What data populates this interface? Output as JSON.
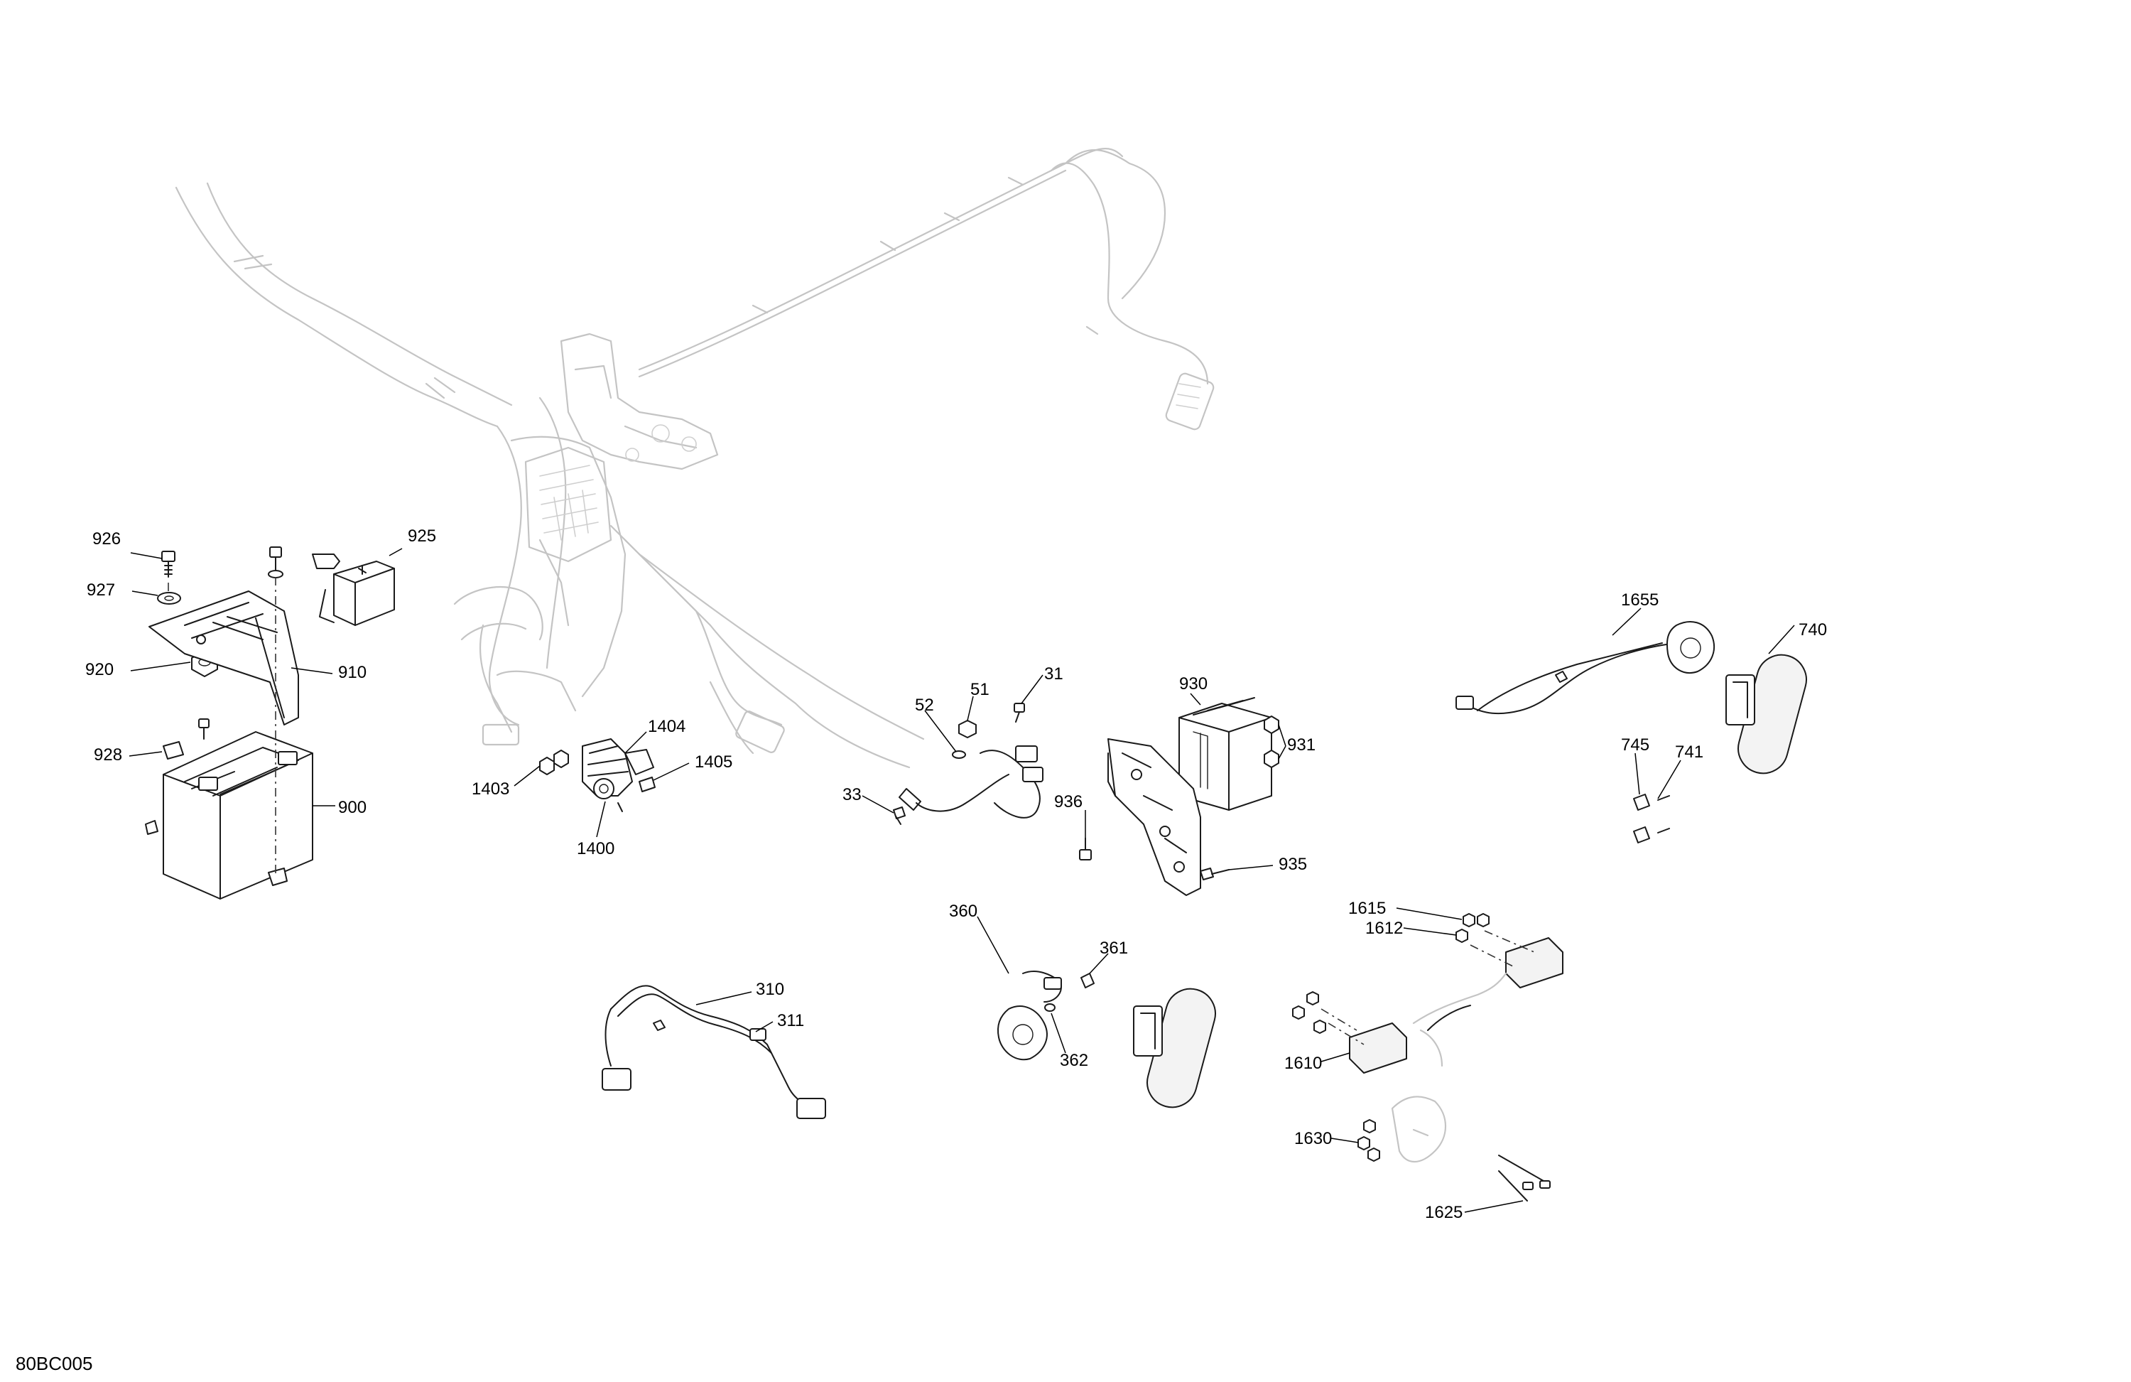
{
  "diagram": {
    "reference_code": "80BC005",
    "callouts": [
      {
        "id": "926",
        "label": "926"
      },
      {
        "id": "925",
        "label": "925"
      },
      {
        "id": "927",
        "label": "927"
      },
      {
        "id": "920",
        "label": "920"
      },
      {
        "id": "910",
        "label": "910"
      },
      {
        "id": "928",
        "label": "928"
      },
      {
        "id": "900",
        "label": "900"
      },
      {
        "id": "1404",
        "label": "1404"
      },
      {
        "id": "1405",
        "label": "1405"
      },
      {
        "id": "1403",
        "label": "1403"
      },
      {
        "id": "1400",
        "label": "1400"
      },
      {
        "id": "52",
        "label": "52"
      },
      {
        "id": "51",
        "label": "51"
      },
      {
        "id": "31",
        "label": "31"
      },
      {
        "id": "33",
        "label": "33"
      },
      {
        "id": "930",
        "label": "930"
      },
      {
        "id": "931",
        "label": "931"
      },
      {
        "id": "936",
        "label": "936"
      },
      {
        "id": "935",
        "label": "935"
      },
      {
        "id": "1655",
        "label": "1655"
      },
      {
        "id": "740",
        "label": "740"
      },
      {
        "id": "745",
        "label": "745"
      },
      {
        "id": "741",
        "label": "741"
      },
      {
        "id": "1615",
        "label": "1615"
      },
      {
        "id": "1612",
        "label": "1612"
      },
      {
        "id": "1610",
        "label": "1610"
      },
      {
        "id": "1630",
        "label": "1630"
      },
      {
        "id": "1625",
        "label": "1625"
      },
      {
        "id": "360",
        "label": "360"
      },
      {
        "id": "361",
        "label": "361"
      },
      {
        "id": "362",
        "label": "362"
      },
      {
        "id": "310",
        "label": "310"
      },
      {
        "id": "311",
        "label": "311"
      }
    ]
  }
}
